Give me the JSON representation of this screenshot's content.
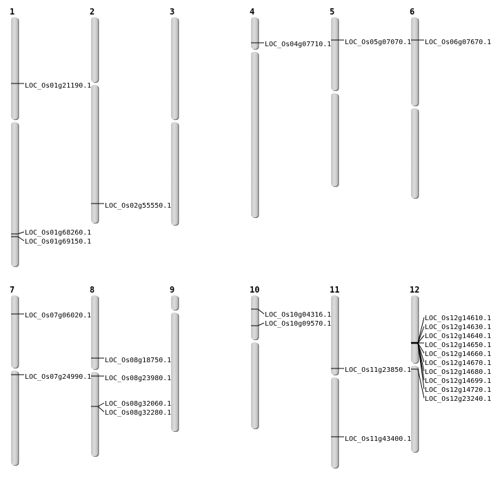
{
  "chromosomes": [
    {
      "name": "1",
      "genes": [
        "LOC_Os01g21190.1",
        "LOC_Os01g68260.1",
        "LOC_Os01g69150.1"
      ]
    },
    {
      "name": "2",
      "genes": [
        "LOC_Os02g55550.1"
      ]
    },
    {
      "name": "3",
      "genes": []
    },
    {
      "name": "4",
      "genes": [
        "LOC_Os04g07710.1"
      ]
    },
    {
      "name": "5",
      "genes": [
        "LOC_Os05g07070.1"
      ]
    },
    {
      "name": "6",
      "genes": [
        "LOC_Os06g07670.1"
      ]
    },
    {
      "name": "7",
      "genes": [
        "LOC_Os07g06020.1",
        "LOC_Os07g24990.1"
      ]
    },
    {
      "name": "8",
      "genes": [
        "LOC_Os08g18750.1",
        "LOC_Os08g23980.1",
        "LOC_Os08g32060.1",
        "LOC_Os08g32280.1"
      ]
    },
    {
      "name": "9",
      "genes": []
    },
    {
      "name": "10",
      "genes": [
        "LOC_Os10g04316.1",
        "LOC_Os10g09570.1"
      ]
    },
    {
      "name": "11",
      "genes": [
        "LOC_Os11g23850.1",
        "LOC_Os11g43400.1"
      ]
    },
    {
      "name": "12",
      "genes": [
        "LOC_Os12g14610.1",
        "LOC_Os12g14630.1",
        "LOC_Os12g14640.1",
        "LOC_Os12g14650.1",
        "LOC_Os12g14660.1",
        "LOC_Os12g14670.1",
        "LOC_Os12g14680.1",
        "LOC_Os12g14699.1",
        "LOC_Os12g14720.1",
        "LOC_Os12g23240.1"
      ]
    }
  ]
}
